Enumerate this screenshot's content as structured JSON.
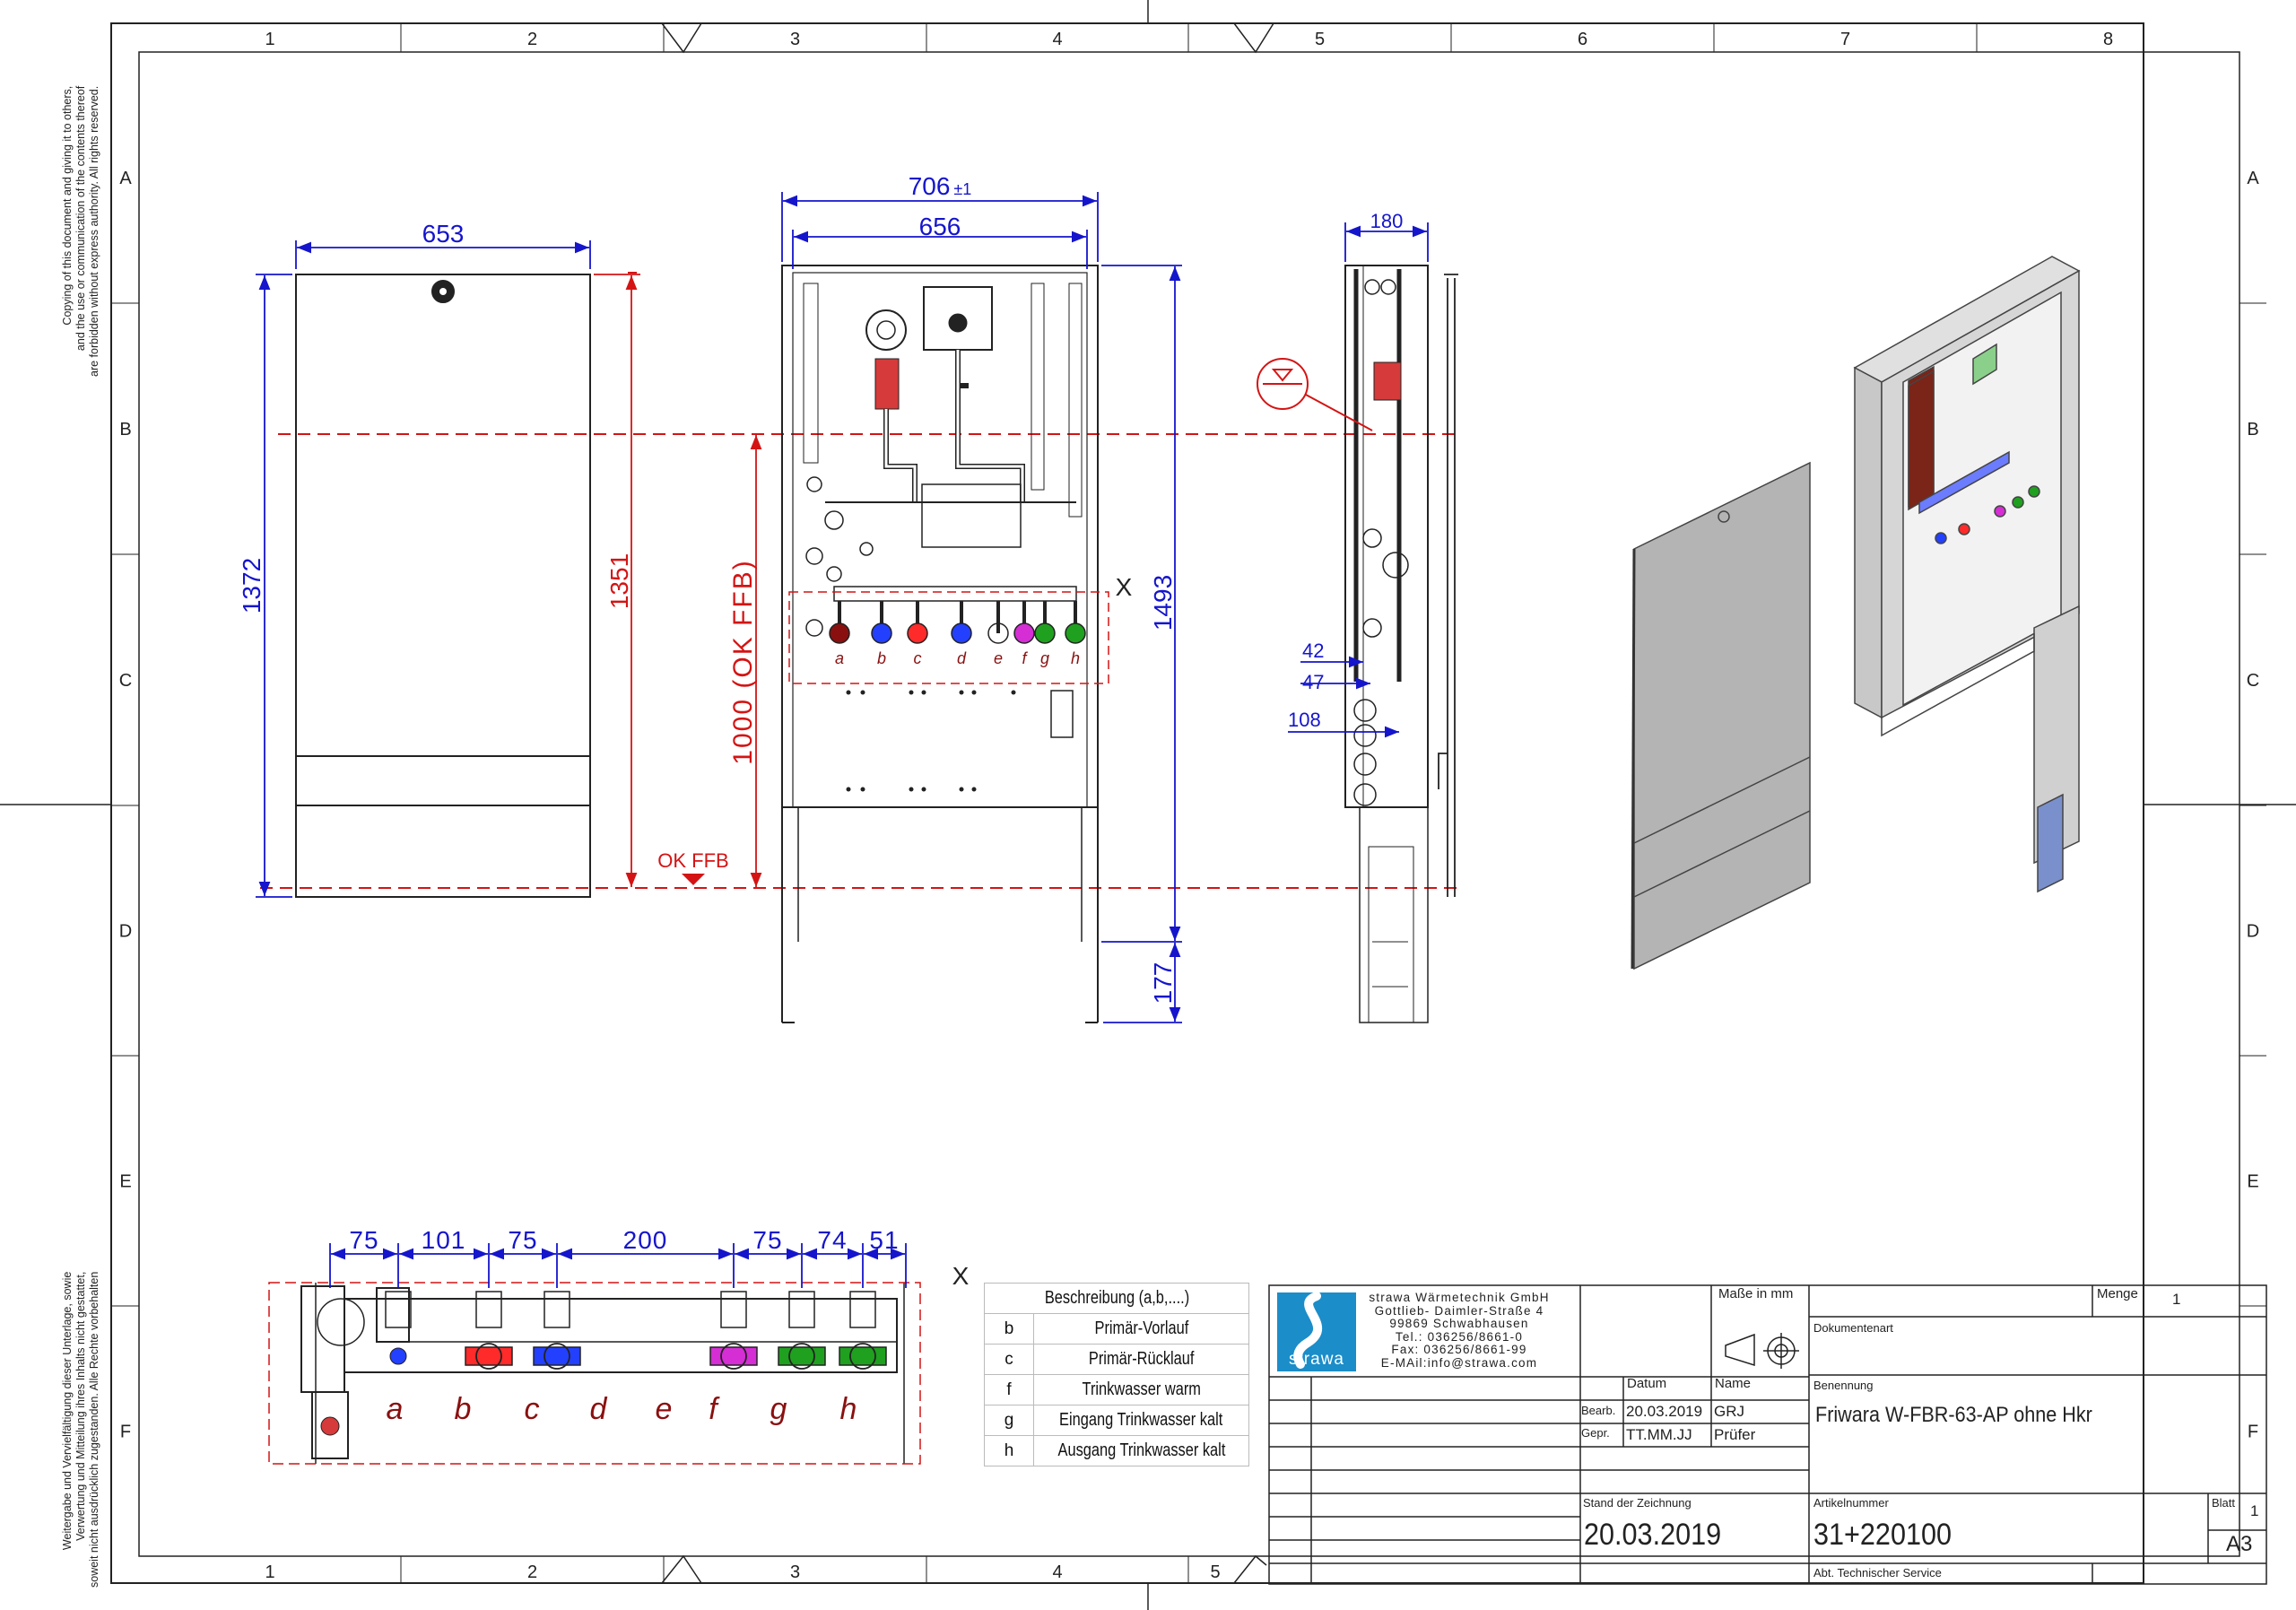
{
  "frame": {
    "columns": [
      "1",
      "2",
      "3",
      "4",
      "5",
      "6",
      "7",
      "8"
    ],
    "rows": [
      "A",
      "B",
      "C",
      "D",
      "E",
      "F"
    ]
  },
  "notes": {
    "copyright_en": [
      "Copying of this document and giving it to others,",
      "and the use or communication of the contents thereof",
      "are forbidden without express authority. All rights reserved."
    ],
    "copyright_de": [
      "Weitergabe und Vervielfältigung dieser Unterlage, sowie",
      "Verwertung und Mitteilung ihres Inhalts nicht gestattet,",
      "soweit nicht ausdrücklich zugestanden. Alle Rechte vorbehalten"
    ]
  },
  "dimensions": {
    "front_width": "653",
    "front_height": "1372",
    "front_height_inner": "1351",
    "open_width_outer": "706",
    "open_width_tol": "±1",
    "open_width_inner": "656",
    "floor_height": "1000 (OK FFB)",
    "total_height": "1493",
    "foot_height": "177",
    "floor_label": "OK FFB",
    "side_width": "180",
    "side_42": "42",
    "side_47": "47",
    "side_108": "108",
    "section_marker": "X",
    "manifold_spacings": [
      "75",
      "101",
      "75",
      "200",
      "75",
      "74",
      "51"
    ],
    "connection_letters": [
      "a",
      "b",
      "c",
      "d",
      "e",
      "f",
      "g",
      "h"
    ]
  },
  "legend": {
    "header": "Beschreibung (a,b,....)",
    "rows": [
      {
        "key": "b",
        "label": "Primär-Vorlauf"
      },
      {
        "key": "c",
        "label": "Primär-Rücklauf"
      },
      {
        "key": "f",
        "label": "Trinkwasser warm"
      },
      {
        "key": "g",
        "label": "Eingang Trinkwasser kalt"
      },
      {
        "key": "h",
        "label": "Ausgang Trinkwasser kalt"
      }
    ]
  },
  "title_block": {
    "logo_text": "strawa",
    "company_lines": [
      "strawa Wärmetechnik GmbH",
      "Gottlieb- Daimler-Straße 4",
      "99869 Schwabhausen",
      "Tel.: 036256/8661-0",
      "Fax: 036256/8661-99",
      "E-MAil:info@strawa.com"
    ],
    "units_label": "Maße in mm",
    "menge_label": "Menge",
    "menge_value": "1",
    "dokumentenart_label": "Dokumentenart",
    "datum_label": "Datum",
    "name_label": "Name",
    "bearb_label": "Bearb.",
    "bearb_date": "20.03.2019",
    "bearb_name": "GRJ",
    "gepr_label": "Gepr.",
    "gepr_date": "TT.MM.JJ",
    "gepr_name": "Prüfer",
    "benennung_label": "Benennung",
    "benennung_value": "Friwara W-FBR-63-AP ohne Hkr",
    "stand_label": "Stand der Zeichnung",
    "stand_value": "20.03.2019",
    "artikel_label": "Artikelnummer",
    "artikel_value": "31+220100",
    "blatt_label": "Blatt",
    "blatt_value": "1",
    "format_value": "A3",
    "dept_value": "Abt. Technischer Service"
  },
  "colors": {
    "dimension": "#1515cc",
    "reference": "#d41414",
    "frame": "#222222",
    "logo": "#1b8dc9",
    "letters": "#8a1010",
    "pink": "#d42ed4",
    "green": "#1fa01f"
  }
}
